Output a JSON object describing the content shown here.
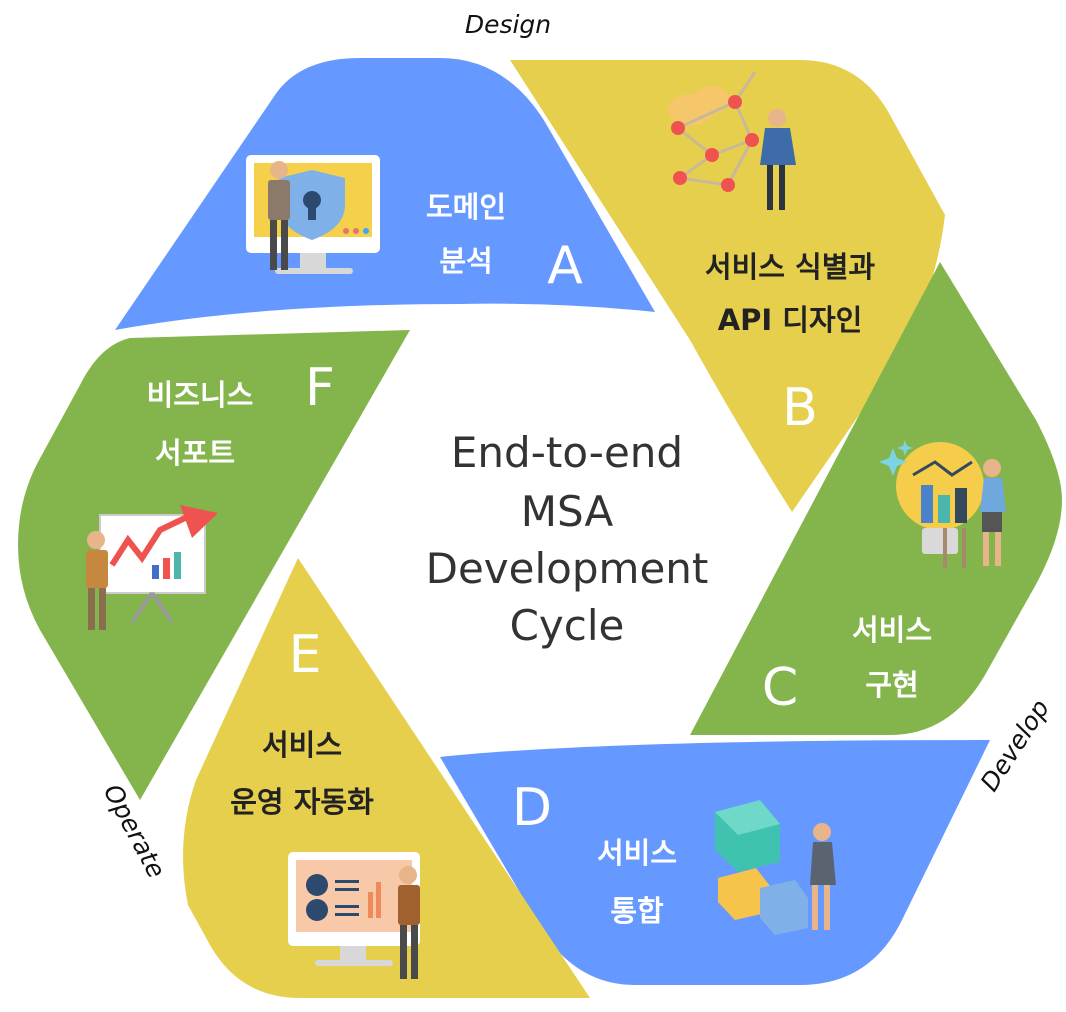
{
  "colors": {
    "blue": "#6699FF",
    "yellow": "#E6CF4D",
    "green": "#84B54C"
  },
  "phases": {
    "design": "Design",
    "develop": "Develop",
    "operate": "Operate"
  },
  "center": {
    "line1": "End-to-end",
    "line2": "MSA",
    "line3": "Development",
    "line4": "Cycle"
  },
  "segments": {
    "a": {
      "letter": "A",
      "title_line1": "도메인",
      "title_line2": "분석",
      "color": "blue",
      "icon": "monitor-shield-person-icon"
    },
    "b": {
      "letter": "B",
      "title_line1": "서비스 식별과",
      "title_line2": "API 디자인",
      "color": "yellow",
      "icon": "network-cube-person-icon"
    },
    "c": {
      "letter": "C",
      "title_line1": "서비스",
      "title_line2": "구현",
      "color": "green",
      "icon": "lightbulb-chart-person-icon"
    },
    "d": {
      "letter": "D",
      "title_line1": "서비스",
      "title_line2": "통합",
      "color": "blue",
      "icon": "cubes-person-icon"
    },
    "e": {
      "letter": "E",
      "title_line1": "서비스",
      "title_line2": "운영 자동화",
      "color": "yellow",
      "icon": "dashboard-monitor-person-icon"
    },
    "f": {
      "letter": "F",
      "title_line1": "비즈니스",
      "title_line2": "서포트",
      "color": "green",
      "icon": "presentation-growth-person-icon"
    }
  }
}
